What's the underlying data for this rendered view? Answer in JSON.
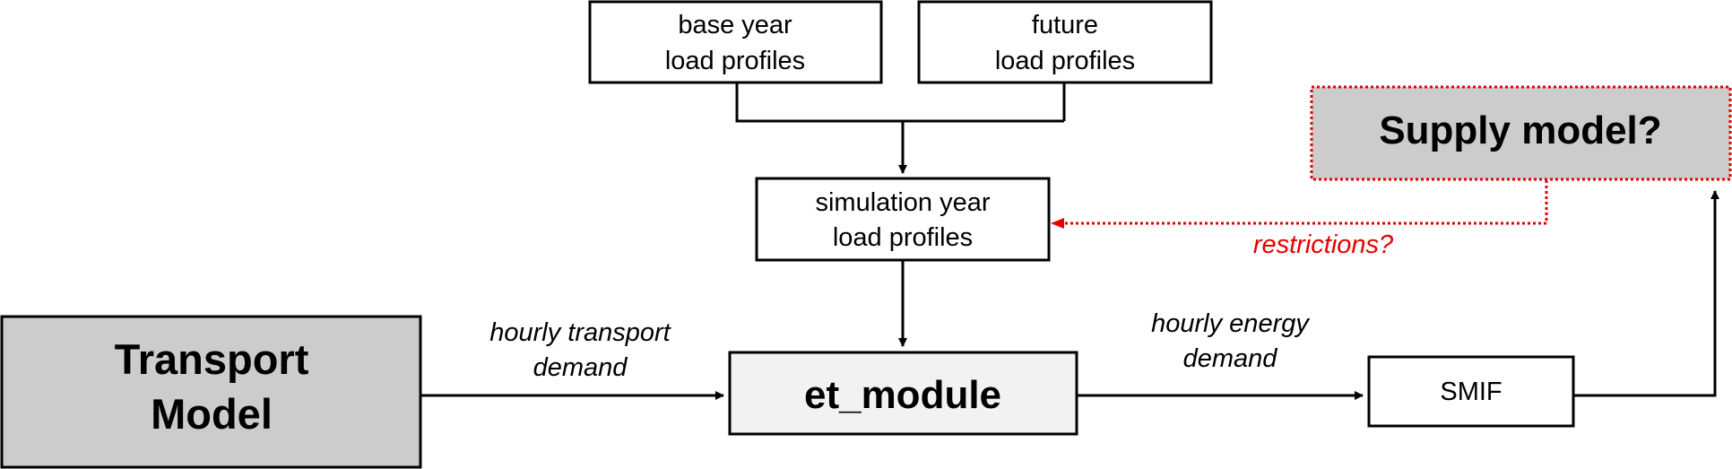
{
  "nodes": {
    "base_year": {
      "line1": "base year",
      "line2": "load profiles"
    },
    "future": {
      "line1": "future",
      "line2": "load profiles"
    },
    "simulation_year": {
      "line1": "simulation year",
      "line2": "load profiles"
    },
    "supply_model": {
      "label": "Supply model?"
    },
    "transport_model": {
      "line1": "Transport",
      "line2": "Model"
    },
    "et_module": {
      "label": "et_module"
    },
    "smif": {
      "label": "SMIF"
    }
  },
  "edge_labels": {
    "restrictions": "restrictions?",
    "transport_demand": {
      "line1": "hourly transport",
      "line2": "demand"
    },
    "energy_demand": {
      "line1": "hourly energy",
      "line2": "demand"
    }
  },
  "colors": {
    "grey_fill": "#cccccc",
    "light_fill": "#f2f2f2",
    "white_fill": "#ffffff",
    "dotted_red": "#e60000"
  }
}
